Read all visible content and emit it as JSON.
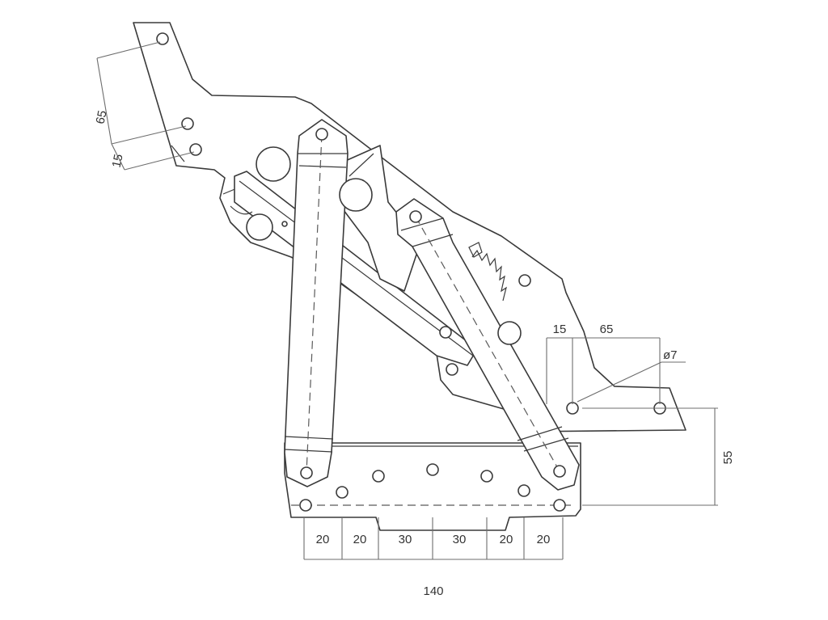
{
  "dimensions": {
    "left_upper": "65",
    "left_lower": "15",
    "right_a": "15",
    "right_b": "65",
    "hole_diameter": "ø7",
    "height": "55",
    "bottom_segments": [
      "20",
      "20",
      "30",
      "30",
      "20",
      "20"
    ],
    "total_width": "140"
  },
  "colors": {
    "line": "#3a3a3a",
    "dimension": "#6d6d6d",
    "background": "#ffffff"
  }
}
